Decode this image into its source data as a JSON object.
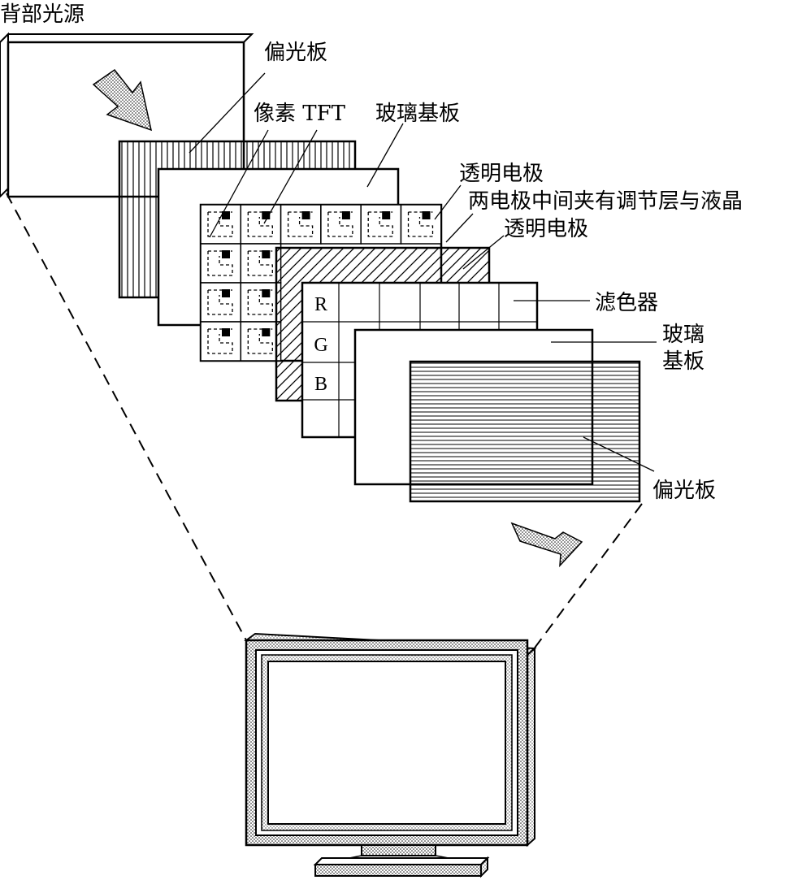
{
  "labels": {
    "backlight": "背部光源",
    "polarizer_top": "偏光板",
    "pixel_tft": "像素 TFT",
    "glass_substrate_top": "玻璃基板",
    "transparent_electrode_1": "透明电极",
    "liquid_crystal_note": "两电极中间夹有调节层与液晶",
    "transparent_electrode_2": "透明电极",
    "color_filter": "滤色器",
    "glass_substrate_bottom_line1": "玻璃",
    "glass_substrate_bottom_line2": "基板",
    "polarizer_bottom": "偏光板"
  },
  "color_filter_rows": [
    "R",
    "G",
    "B"
  ]
}
